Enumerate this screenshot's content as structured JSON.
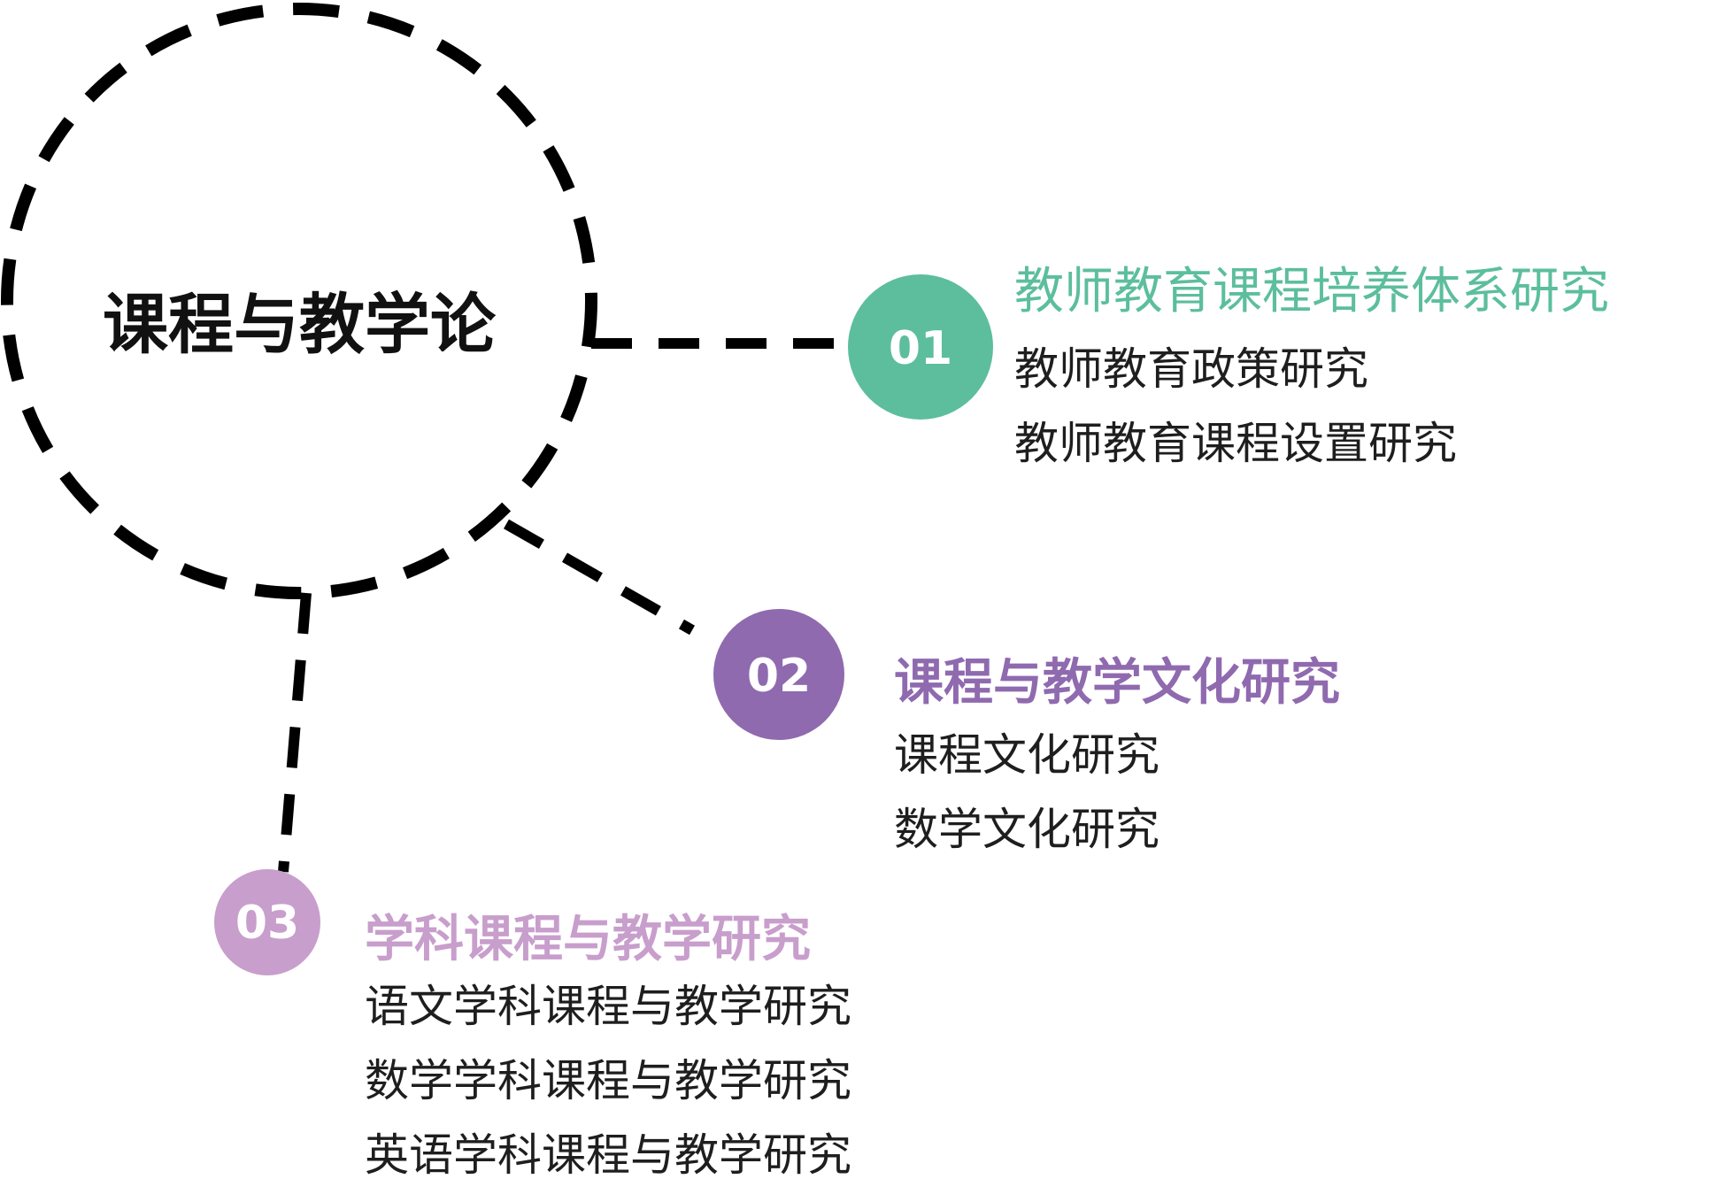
{
  "hub": {
    "label": "课程与教学论"
  },
  "branches": [
    {
      "number": "01",
      "title": "教师教育课程培养体系研究",
      "color": "#5cbe9d",
      "items": [
        "教师教育政策研究",
        "教师教育课程设置研究"
      ]
    },
    {
      "number": "02",
      "title": "课程与教学文化研究",
      "color": "#8f6aaf",
      "items": [
        "课程文化研究",
        "数学文化研究"
      ]
    },
    {
      "number": "03",
      "title": "学科课程与教学研究",
      "color": "#c89ecc",
      "items": [
        "语文学科课程与教学研究",
        "数学学科课程与教学研究",
        "英语学科课程与教学研究"
      ]
    }
  ]
}
